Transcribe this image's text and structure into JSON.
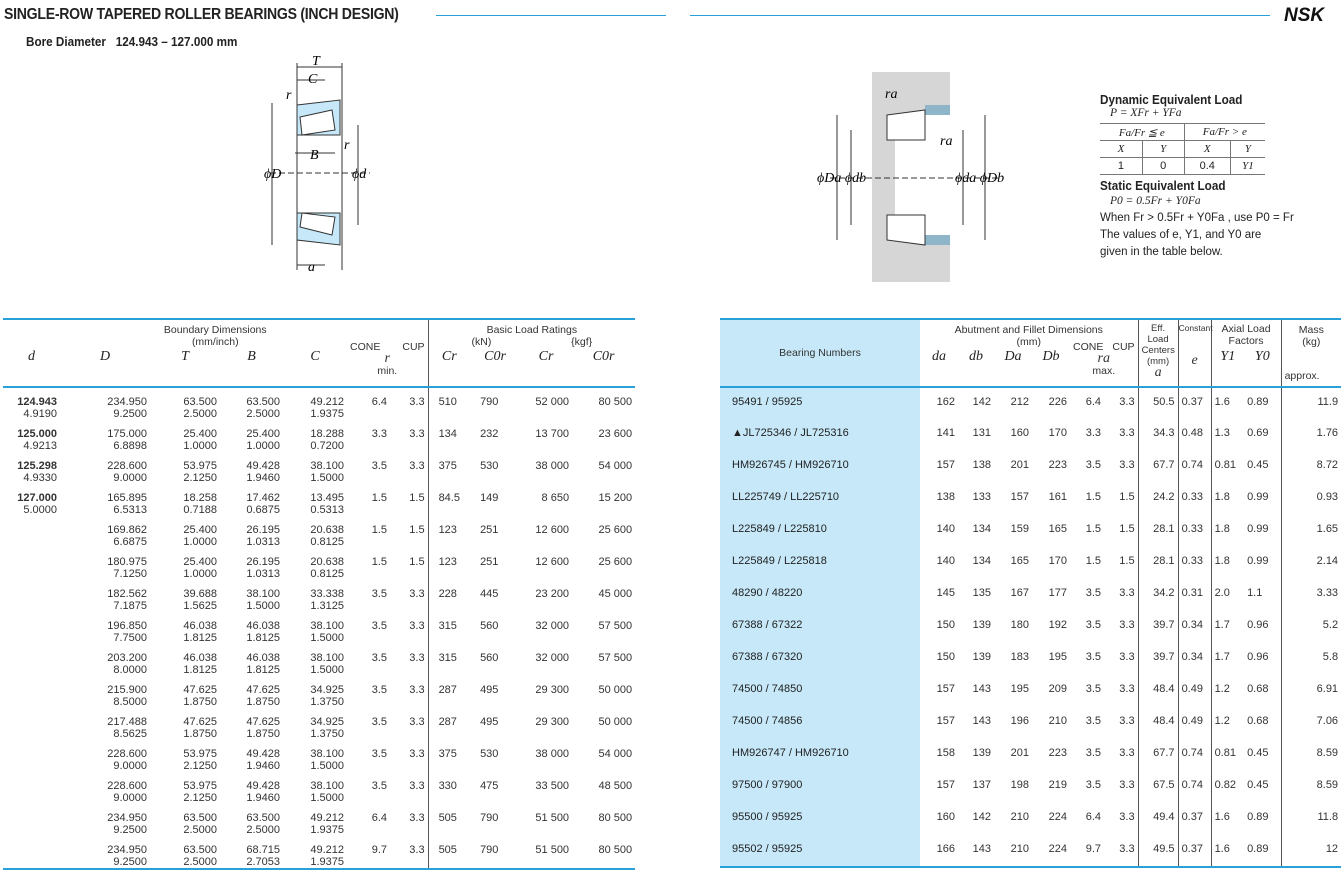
{
  "header": {
    "title": "SINGLE-ROW TAPERED ROLLER BEARINGS (INCH DESIGN)",
    "brand": "NSK",
    "bore_label": "Bore Diameter",
    "bore_range": "124.943 – 127.000 mm"
  },
  "diagram_left": {
    "T": "T",
    "C": "C",
    "r1": "r",
    "r2": "r",
    "B": "B",
    "D": "ϕD",
    "d": "ϕd",
    "a": "a"
  },
  "diagram_right": {
    "ra1": "ra",
    "ra2": "ra",
    "left": "ϕDa ϕdb",
    "right": "ϕda ϕDb"
  },
  "formula": {
    "dyn_title": "Dynamic Equivalent Load",
    "dyn_eq": "P = XFr + YFa",
    "col1": "Fa/Fr ≦ e",
    "col2": "Fa/Fr > e",
    "X": "X",
    "Y": "Y",
    "v": [
      "1",
      "0",
      "0.4",
      "Y1"
    ],
    "stat_title": "Static Equivalent Load",
    "stat_eq": "P0 = 0.5Fr + Y0Fa",
    "note1": "When Fr > 0.5Fr + Y0Fa , use P0 = Fr",
    "note2": "The values of e, Y1, and Y0 are",
    "note3": "given in the table below."
  },
  "left_table": {
    "group1": "Boundary Dimensions",
    "group1_unit": "(mm/inch)",
    "group2": "Basic Load Ratings",
    "kn": "(kN)",
    "kgf": "{kgf}",
    "cols": {
      "d": "d",
      "D": "D",
      "T": "T",
      "B": "B",
      "C": "C",
      "cone": "CONE",
      "cup": "CUP",
      "r": "r",
      "min": "min.",
      "Cr": "Cr",
      "C0r": "C0r",
      "Cr2": "Cr",
      "C0r2": "C0r"
    },
    "rows": [
      [
        "124.943",
        "4.9190",
        "234.950",
        "9.2500",
        "63.500",
        "2.5000",
        "63.500",
        "2.5000",
        "49.212",
        "1.9375",
        "6.4",
        "3.3",
        "510",
        "790",
        "52 000",
        "80 500"
      ],
      [
        "125.000",
        "4.9213",
        "175.000",
        "6.8898",
        "25.400",
        "1.0000",
        "25.400",
        "1.0000",
        "18.288",
        "0.7200",
        "3.3",
        "3.3",
        "134",
        "232",
        "13 700",
        "23 600"
      ],
      [
        "125.298",
        "4.9330",
        "228.600",
        "9.0000",
        "53.975",
        "2.1250",
        "49.428",
        "1.9460",
        "38.100",
        "1.5000",
        "3.5",
        "3.3",
        "375",
        "530",
        "38 000",
        "54 000"
      ],
      [
        "127.000",
        "5.0000",
        "165.895",
        "6.5313",
        "18.258",
        "0.7188",
        "17.462",
        "0.6875",
        "13.495",
        "0.5313",
        "1.5",
        "1.5",
        "84.5",
        "149",
        "8 650",
        "15 200"
      ],
      [
        "",
        "",
        "169.862",
        "6.6875",
        "25.400",
        "1.0000",
        "26.195",
        "1.0313",
        "20.638",
        "0.8125",
        "1.5",
        "1.5",
        "123",
        "251",
        "12 600",
        "25 600"
      ],
      [
        "",
        "",
        "180.975",
        "7.1250",
        "25.400",
        "1.0000",
        "26.195",
        "1.0313",
        "20.638",
        "0.8125",
        "1.5",
        "1.5",
        "123",
        "251",
        "12 600",
        "25 600"
      ],
      [
        "",
        "",
        "182.562",
        "7.1875",
        "39.688",
        "1.5625",
        "38.100",
        "1.5000",
        "33.338",
        "1.3125",
        "3.5",
        "3.3",
        "228",
        "445",
        "23 200",
        "45 000"
      ],
      [
        "",
        "",
        "196.850",
        "7.7500",
        "46.038",
        "1.8125",
        "46.038",
        "1.8125",
        "38.100",
        "1.5000",
        "3.5",
        "3.3",
        "315",
        "560",
        "32 000",
        "57 500"
      ],
      [
        "",
        "",
        "203.200",
        "8.0000",
        "46.038",
        "1.8125",
        "46.038",
        "1.8125",
        "38.100",
        "1.5000",
        "3.5",
        "3.3",
        "315",
        "560",
        "32 000",
        "57 500"
      ],
      [
        "",
        "",
        "215.900",
        "8.5000",
        "47.625",
        "1.8750",
        "47.625",
        "1.8750",
        "34.925",
        "1.3750",
        "3.5",
        "3.3",
        "287",
        "495",
        "29 300",
        "50 000"
      ],
      [
        "",
        "",
        "217.488",
        "8.5625",
        "47.625",
        "1.8750",
        "47.625",
        "1.8750",
        "34.925",
        "1.3750",
        "3.5",
        "3.3",
        "287",
        "495",
        "29 300",
        "50 000"
      ],
      [
        "",
        "",
        "228.600",
        "9.0000",
        "53.975",
        "2.1250",
        "49.428",
        "1.9460",
        "38.100",
        "1.5000",
        "3.5",
        "3.3",
        "375",
        "530",
        "38 000",
        "54 000"
      ],
      [
        "",
        "",
        "228.600",
        "9.0000",
        "53.975",
        "2.1250",
        "49.428",
        "1.9460",
        "38.100",
        "1.5000",
        "3.5",
        "3.3",
        "330",
        "475",
        "33 500",
        "48 500"
      ],
      [
        "",
        "",
        "234.950",
        "9.2500",
        "63.500",
        "2.5000",
        "63.500",
        "2.5000",
        "49.212",
        "1.9375",
        "6.4",
        "3.3",
        "505",
        "790",
        "51 500",
        "80 500"
      ],
      [
        "",
        "",
        "234.950",
        "9.2500",
        "63.500",
        "2.5000",
        "68.715",
        "2.7053",
        "49.212",
        "1.9375",
        "9.7",
        "3.3",
        "505",
        "790",
        "51 500",
        "80 500"
      ]
    ]
  },
  "right_table": {
    "bearing_numbers": "Bearing Numbers",
    "group1": "Abutment and Fillet Dimensions",
    "group1_unit": "(mm)",
    "eff": "Eff. Load Centers",
    "eff_unit": "(mm)",
    "constant": "Constant",
    "axial": "Axial Load Factors",
    "mass": "Mass",
    "mass_unit": "(kg)",
    "approx": "approx.",
    "cols": {
      "da": "da",
      "db": "db",
      "Da": "Da",
      "Db": "Db",
      "cone": "CONE",
      "cup": "CUP",
      "ra": "ra",
      "max": "max.",
      "a": "a",
      "e": "e",
      "Y1": "Y1",
      "Y0": "Y0"
    },
    "rows": [
      [
        "95491 / 95925",
        "162",
        "142",
        "212",
        "226",
        "6.4",
        "3.3",
        "50.5",
        "0.37",
        "1.6",
        "0.89",
        "11.9"
      ],
      [
        "▲JL725346 / JL725316",
        "141",
        "131",
        "160",
        "170",
        "3.3",
        "3.3",
        "34.3",
        "0.48",
        "1.3",
        "0.69",
        "1.76"
      ],
      [
        "HM926745 / HM926710",
        "157",
        "138",
        "201",
        "223",
        "3.5",
        "3.3",
        "67.7",
        "0.74",
        "0.81",
        "0.45",
        "8.72"
      ],
      [
        "LL225749 / LL225710",
        "138",
        "133",
        "157",
        "161",
        "1.5",
        "1.5",
        "24.2",
        "0.33",
        "1.8",
        "0.99",
        "0.93"
      ],
      [
        "L225849 / L225810",
        "140",
        "134",
        "159",
        "165",
        "1.5",
        "1.5",
        "28.1",
        "0.33",
        "1.8",
        "0.99",
        "1.65"
      ],
      [
        "L225849 / L225818",
        "140",
        "134",
        "165",
        "170",
        "1.5",
        "1.5",
        "28.1",
        "0.33",
        "1.8",
        "0.99",
        "2.14"
      ],
      [
        "48290 / 48220",
        "145",
        "135",
        "167",
        "177",
        "3.5",
        "3.3",
        "34.2",
        "0.31",
        "2.0",
        "1.1",
        "3.33"
      ],
      [
        "67388 / 67322",
        "150",
        "139",
        "180",
        "192",
        "3.5",
        "3.3",
        "39.7",
        "0.34",
        "1.7",
        "0.96",
        "5.2"
      ],
      [
        "67388 / 67320",
        "150",
        "139",
        "183",
        "195",
        "3.5",
        "3.3",
        "39.7",
        "0.34",
        "1.7",
        "0.96",
        "5.8"
      ],
      [
        "74500 / 74850",
        "157",
        "143",
        "195",
        "209",
        "3.5",
        "3.3",
        "48.4",
        "0.49",
        "1.2",
        "0.68",
        "6.91"
      ],
      [
        "74500 / 74856",
        "157",
        "143",
        "196",
        "210",
        "3.5",
        "3.3",
        "48.4",
        "0.49",
        "1.2",
        "0.68",
        "7.06"
      ],
      [
        "HM926747 / HM926710",
        "158",
        "139",
        "201",
        "223",
        "3.5",
        "3.3",
        "67.7",
        "0.74",
        "0.81",
        "0.45",
        "8.59"
      ],
      [
        "97500 / 97900",
        "157",
        "137",
        "198",
        "219",
        "3.5",
        "3.3",
        "67.5",
        "0.74",
        "0.82",
        "0.45",
        "8.59"
      ],
      [
        "95500 / 95925",
        "160",
        "142",
        "210",
        "224",
        "6.4",
        "3.3",
        "49.4",
        "0.37",
        "1.6",
        "0.89",
        "11.8"
      ],
      [
        "95502 / 95925",
        "166",
        "143",
        "210",
        "224",
        "9.7",
        "3.3",
        "49.5",
        "0.37",
        "1.6",
        "0.89",
        "12"
      ]
    ]
  },
  "colors": {
    "accent": "#2aa0d8",
    "highlight": "#c6e8f8"
  }
}
